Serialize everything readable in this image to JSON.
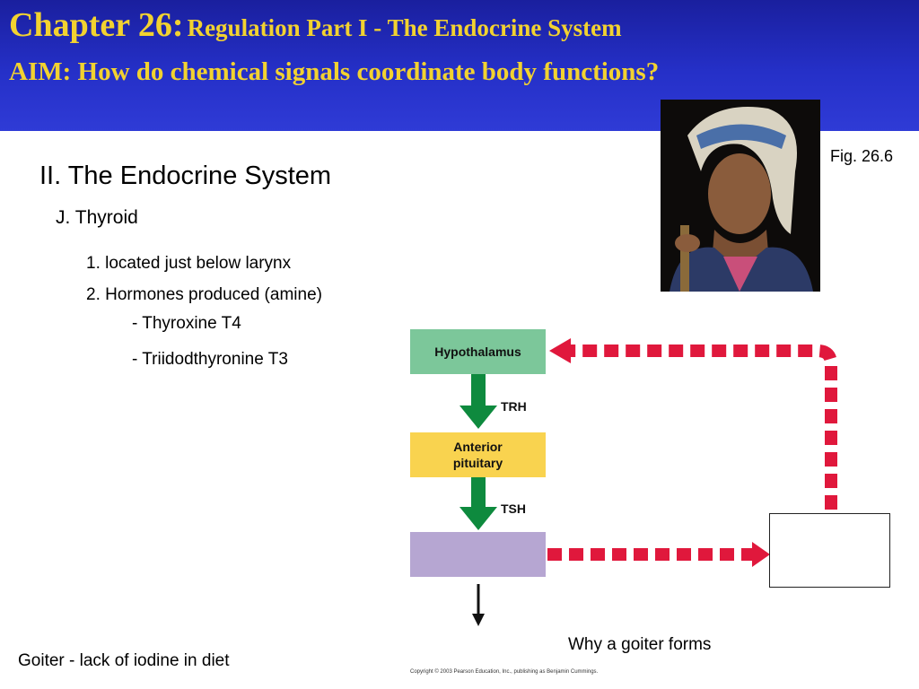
{
  "header": {
    "chapter": "Chapter 26:",
    "title": "Regulation Part I - The Endocrine System",
    "aim": "AIM: How do chemical signals coordinate body functions?"
  },
  "figure": {
    "label": "Fig. 26.6"
  },
  "outline": {
    "section": "II. The Endocrine System",
    "subsection": "J. Thyroid",
    "item1": "1. located just below larynx",
    "item2": "2. Hormones produced (amine)",
    "hormones": [
      "- Thyroxine T4",
      "- Triidodthyronine T3"
    ]
  },
  "diagram": {
    "hypothalamus": "Hypothalamus",
    "pituitary": "Anterior\npituitary",
    "trh": "TRH",
    "tsh": "TSH",
    "colors": {
      "hypothalamus": "#7cc79a",
      "pituitary": "#f9d34f",
      "thyroid": "#b6a6d2",
      "arrow_green": "#0e8a3e",
      "feedback_red": "#e0183c"
    }
  },
  "captions": {
    "why": "Why a goiter forms",
    "goiter": "Goiter - lack of iodine in diet",
    "copyright": "Copyright © 2003 Pearson Education, Inc., publishing as Benjamin Cummings."
  }
}
